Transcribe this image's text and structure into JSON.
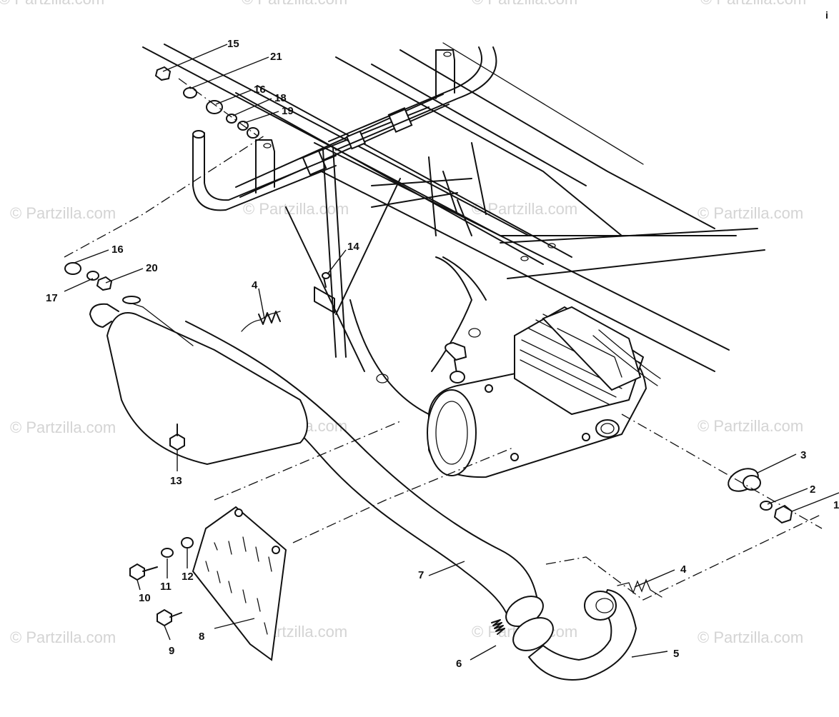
{
  "watermark": "© Partzilla.com",
  "corner_mark": "i",
  "callouts": {
    "c1": "1",
    "c2": "2",
    "c3": "3",
    "c4": "4",
    "c4b": "4",
    "c5": "5",
    "c6": "6",
    "c7": "7",
    "c8": "8",
    "c9": "9",
    "c10": "10",
    "c11": "11",
    "c12": "12",
    "c13": "13",
    "c14": "14",
    "c15": "15",
    "c16": "16",
    "c16b": "16",
    "c17": "17",
    "c18": "18",
    "c19": "19",
    "c20": "20",
    "c21": "21"
  }
}
